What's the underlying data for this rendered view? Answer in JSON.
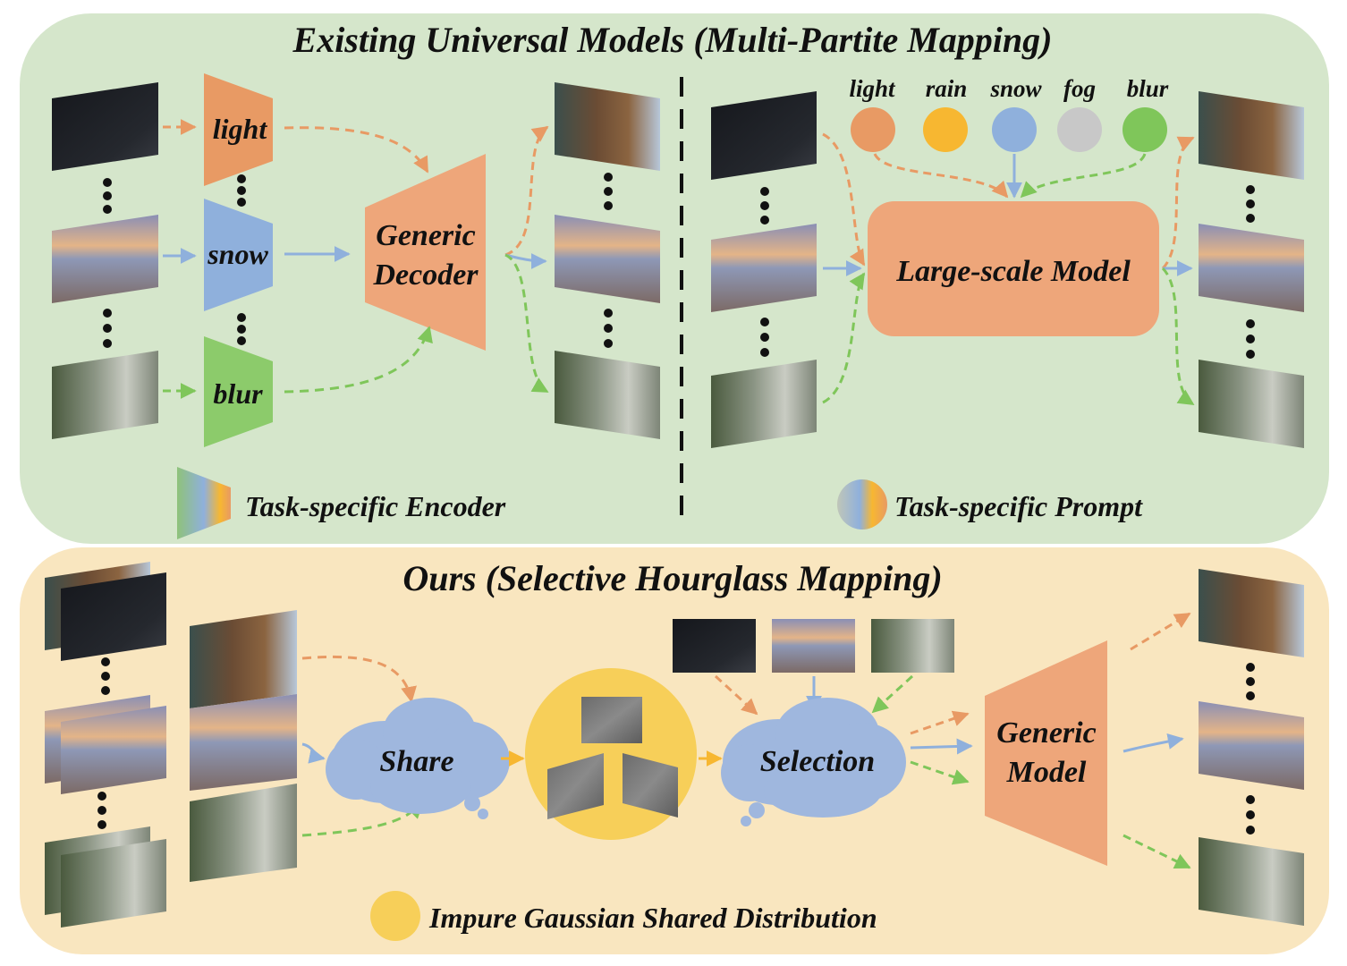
{
  "colors": {
    "top_panel_bg": "#d5e6cb",
    "bottom_panel_bg": "#f9e6bf",
    "light": "#e89a64",
    "rain": "#f7b731",
    "snow": "#8fb0dc",
    "fog": "#c8c8c8",
    "blur": "#7fc65a",
    "decoder": "#eea67a",
    "cloud": "#9fb7de",
    "gaussian": "#f7cf59"
  },
  "top_panel": {
    "title": "Existing Universal Models (Multi-Partite Mapping)",
    "left": {
      "encoders": [
        "light",
        "snow",
        "blur"
      ],
      "decoder_line1": "Generic",
      "decoder_line2": "Decoder",
      "legend": "Task-specific Encoder"
    },
    "right": {
      "prompts": [
        "light",
        "rain",
        "snow",
        "fog",
        "blur"
      ],
      "model": "Large-scale Model",
      "legend": "Task-specific Prompt"
    }
  },
  "bottom_panel": {
    "title": "Ours (Selective Hourglass Mapping)",
    "share": "Share",
    "selection": "Selection",
    "model_line1": "Generic",
    "model_line2": "Model",
    "legend": "Impure Gaussian Shared Distribution"
  }
}
